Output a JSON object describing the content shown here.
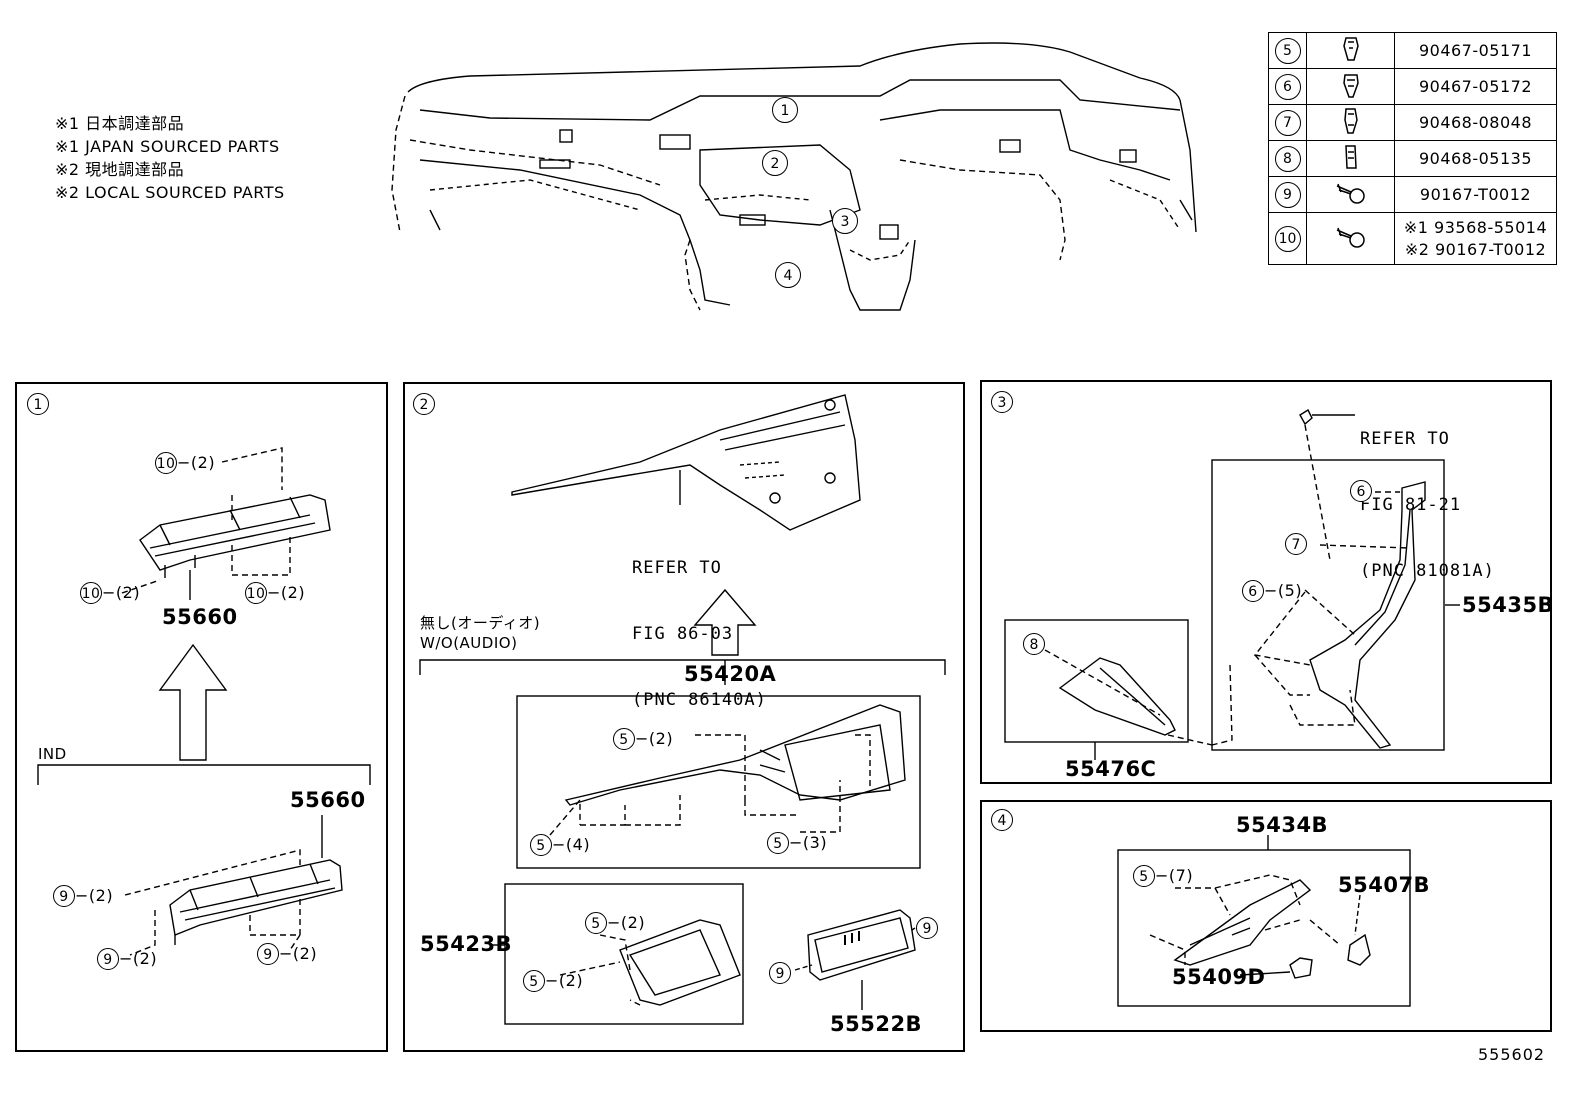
{
  "notes": [
    "※1 日本調達部品",
    "※1 JAPAN SOURCED PARTS",
    "※2 現地調達部品",
    "※2 LOCAL SOURCED PARTS"
  ],
  "overview_callouts": [
    "1",
    "2",
    "3",
    "4"
  ],
  "parts_table": [
    {
      "num": "5",
      "part": "90467-05171",
      "icon": "clip-icon"
    },
    {
      "num": "6",
      "part": "90467-05172",
      "icon": "clip-icon"
    },
    {
      "num": "7",
      "part": "90468-08048",
      "icon": "clip-icon"
    },
    {
      "num": "8",
      "part": "90468-05135",
      "icon": "clip-icon"
    },
    {
      "num": "9",
      "part": "90167-T0012",
      "icon": "screw-icon"
    },
    {
      "num": "10",
      "part": "※1 93568-55014",
      "part2": "※2 90167-T0012",
      "icon": "screw-icon"
    }
  ],
  "panel1": {
    "num": "1",
    "part": "55660",
    "part_lower": "55660",
    "condition": "IND",
    "fasteners": [
      "10",
      "(2)",
      "10",
      "(2)",
      "10",
      "(2)",
      "9",
      "(2)",
      "9",
      "(2)",
      "9",
      "(2)"
    ]
  },
  "panel2": {
    "num": "2",
    "refer_lines": [
      "REFER TO",
      "FIG 86-03",
      "(PNC 86140A)"
    ],
    "condition_jp": "無し(オーディオ)",
    "condition_en": "W/O(AUDIO)",
    "part_main": "55420A",
    "part_bezel": "55423B",
    "part_switch": "55522B",
    "fasteners": [
      "5",
      "(2)",
      "5",
      "(4)",
      "5",
      "(3)",
      "5",
      "(2)",
      "5",
      "(2)",
      "9",
      "9"
    ]
  },
  "panel3": {
    "num": "3",
    "refer_lines": [
      "REFER TO",
      "FIG 81-21",
      "(PNC 81081A)"
    ],
    "part_pillar": "55435B",
    "part_cover": "55476C",
    "fasteners": [
      "6",
      "7",
      "6",
      "(5)",
      "8"
    ]
  },
  "panel4": {
    "num": "4",
    "part_main": "55434B",
    "part_a": "55407B",
    "part_b": "55409D",
    "fasteners": [
      "5",
      "(7)"
    ]
  },
  "figure_id": "555602"
}
